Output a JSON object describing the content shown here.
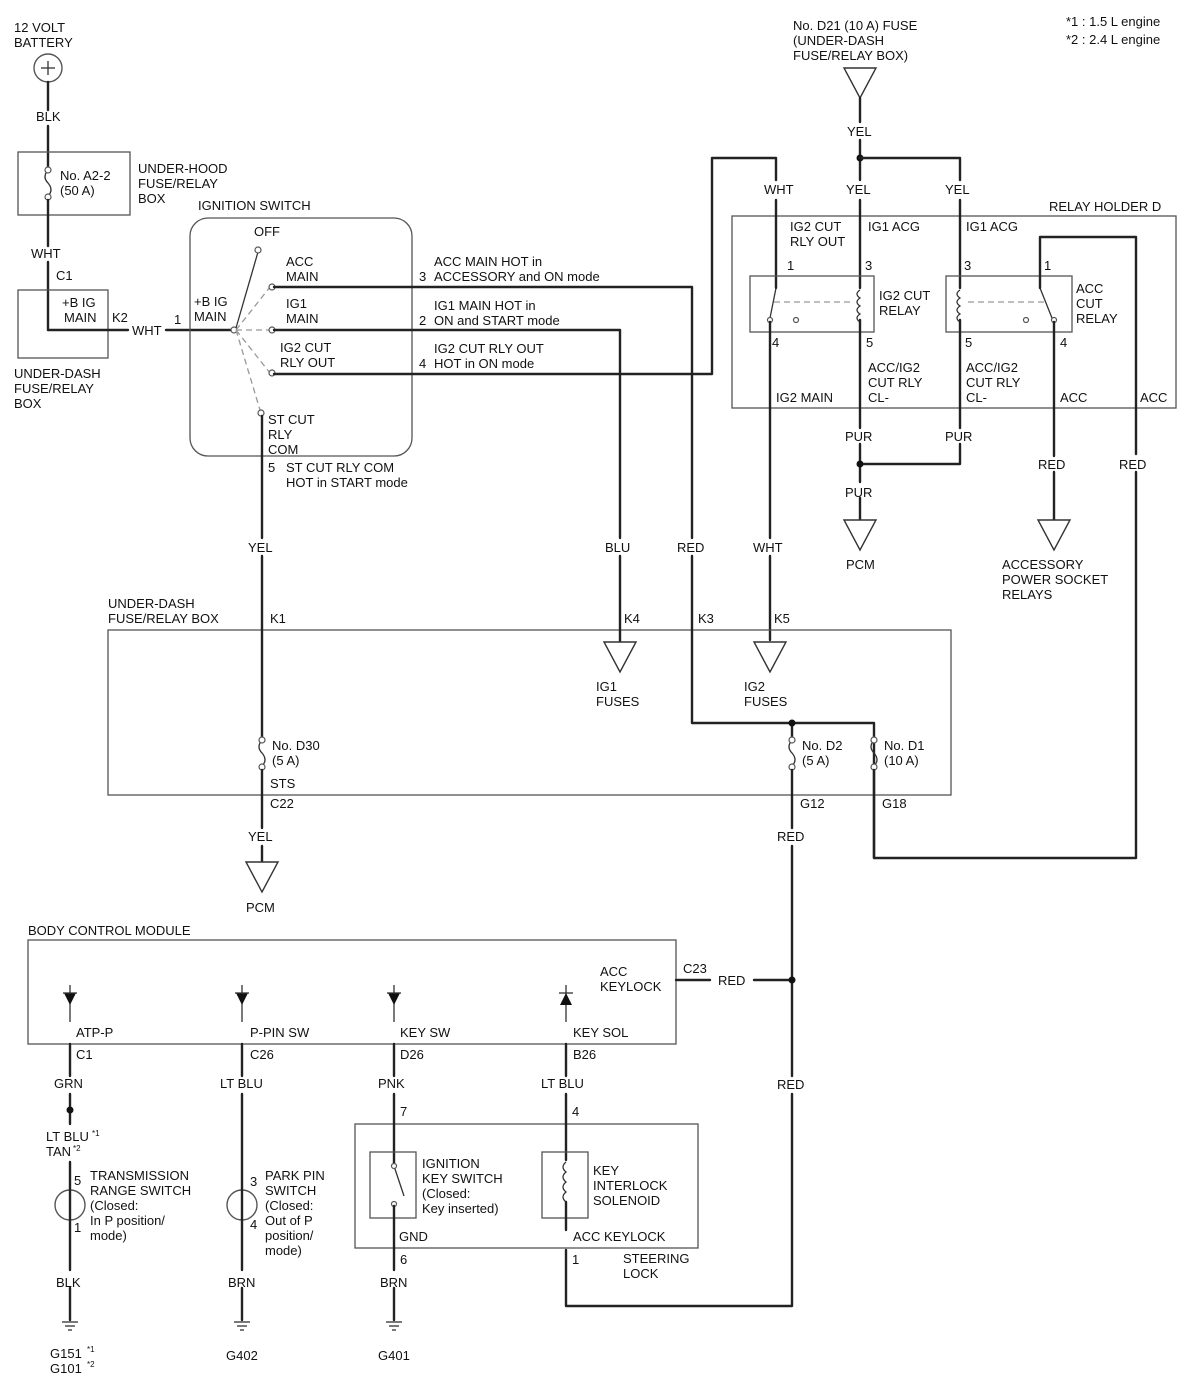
{
  "notes": {
    "n1": "*1 : 1.5 L engine",
    "n2": "*2 : 2.4 L engine"
  },
  "battery": {
    "l1": "12 VOLT",
    "l2": "BATTERY",
    "wire": "BLK"
  },
  "underhood": {
    "fuse_l1": "No. A2-2",
    "fuse_l2": "(50 A)",
    "box_l1": "UNDER-HOOD",
    "box_l2": "FUSE/RELAY",
    "box_l3": "BOX",
    "wire": "WHT",
    "conn": "C1"
  },
  "underdash_small": {
    "l1": "+B IG",
    "l2": "MAIN",
    "k2": "K2",
    "wire": "WHT",
    "box_l1": "UNDER-DASH",
    "box_l2": "FUSE/RELAY",
    "box_l3": "BOX"
  },
  "ignition": {
    "title": "IGNITION SWITCH",
    "pin1": "1",
    "bplus_l1": "+B IG",
    "bplus_l2": "MAIN",
    "off": "OFF",
    "acc_l1": "ACC",
    "acc_l2": "MAIN",
    "ig1_l1": "IG1",
    "ig1_l2": "MAIN",
    "ig2_l1": "IG2 CUT",
    "ig2_l2": "RLY OUT",
    "st_l1": "ST CUT",
    "st_l2": "RLY",
    "st_l3": "COM",
    "pin3": "3",
    "d3_l1": "ACC MAIN HOT in",
    "d3_l2": "ACCESSORY and ON mode",
    "pin2": "2",
    "d2_l1": "IG1 MAIN HOT in",
    "d2_l2": "ON and START mode",
    "pin4": "4",
    "d4_l1": "IG2 CUT RLY OUT",
    "d4_l2": "HOT in ON mode",
    "pin5": "5",
    "d5_l1": "ST CUT RLY COM",
    "d5_l2": "HOT in START mode"
  },
  "fuse_d21": {
    "l1": "No. D21 (10 A) FUSE",
    "l2": "(UNDER-DASH",
    "l3": "FUSE/RELAY BOX)",
    "wire": "YEL"
  },
  "relay_holder": {
    "title": "RELAY HOLDER D",
    "w_wht": "WHT",
    "w_yel1": "YEL",
    "w_yel2": "YEL",
    "r1_l1": "IG2 CUT",
    "r1_l2": "RLY OUT",
    "r1_acg": "IG1 ACG",
    "r2_acg": "IG1 ACG",
    "r1_p1": "1",
    "r1_p3": "3",
    "r1_p4": "4",
    "r1_p5": "5",
    "r1_name_l1": "IG2 CUT",
    "r1_name_l2": "RELAY",
    "r2_p3": "3",
    "r2_p1": "1",
    "r2_p5": "5",
    "r2_p4": "4",
    "r2_name_l1": "ACC",
    "r2_name_l2": "CUT",
    "r2_name_l3": "RELAY",
    "ig2main": "IG2 MAIN",
    "cl1_l1": "ACC/IG2",
    "cl1_l2": "CUT RLY",
    "cl1_l3": "CL-",
    "cl2_l1": "ACC/IG2",
    "cl2_l2": "CUT RLY",
    "cl2_l3": "CL-",
    "acc1": "ACC",
    "acc2": "ACC",
    "pur1": "PUR",
    "pur2": "PUR",
    "pur3": "PUR",
    "pcm": "PCM",
    "red1": "RED",
    "red2": "RED",
    "aps_l1": "ACCESSORY",
    "aps_l2": "POWER SOCKET",
    "aps_l3": "RELAYS"
  },
  "middle_wires": {
    "yel": "YEL",
    "blu": "BLU",
    "red": "RED",
    "wht": "WHT"
  },
  "underdash_big": {
    "l1": "UNDER-DASH",
    "l2": "FUSE/RELAY BOX",
    "k1": "K1",
    "k4": "K4",
    "k3": "K3",
    "k5": "K5",
    "ig1f_l1": "IG1",
    "ig1f_l2": "FUSES",
    "ig2f_l1": "IG2",
    "ig2f_l2": "FUSES",
    "d30_l1": "No. D30",
    "d30_l2": "(5 A)",
    "sts": "STS",
    "d2_l1": "No. D2",
    "d2_l2": "(5 A)",
    "d1_l1": "No. D1",
    "d1_l2": "(10 A)",
    "c22": "C22",
    "g12": "G12",
    "g18": "G18",
    "yel_below": "YEL",
    "pcm": "PCM",
    "red_below": "RED"
  },
  "bcm": {
    "title": "BODY CONTROL MODULE",
    "acc_l1": "ACC",
    "acc_l2": "KEYLOCK",
    "c23": "C23",
    "red": "RED",
    "atp": "ATP-P",
    "ppin": "P-PIN SW",
    "keysw": "KEY SW",
    "keysol": "KEY SOL",
    "c1": "C1",
    "c26": "C26",
    "d26": "D26",
    "b26": "B26",
    "grn": "GRN",
    "ltblu1": "LT BLU",
    "pnk": "PNK",
    "ltblu2": "LT BLU",
    "red2": "RED"
  },
  "trs": {
    "w1": "LT BLU",
    "sup1": "*1",
    "w2": "TAN",
    "sup2": "*2",
    "p5": "5",
    "p1": "1",
    "l1": "TRANSMISSION",
    "l2": "RANGE SWITCH",
    "l3": "(Closed:",
    "l4": "In P position/",
    "l5": "mode)",
    "blk": "BLK",
    "g1": "G151",
    "g1s": "*1",
    "g2": "G101",
    "g2s": "*2"
  },
  "pps": {
    "p3": "3",
    "p4": "4",
    "l1": "PARK PIN",
    "l2": "SWITCH",
    "l3": "(Closed:",
    "l4": "Out of P",
    "l5": "position/",
    "l6": "mode)",
    "brn": "BRN",
    "g": "G402"
  },
  "steering": {
    "p7": "7",
    "p4": "4",
    "iks_l1": "IGNITION",
    "iks_l2": "KEY SWITCH",
    "iks_l3": "(Closed:",
    "iks_l4": "Key inserted)",
    "kis_l1": "KEY",
    "kis_l2": "INTERLOCK",
    "kis_l3": "SOLENOID",
    "gnd": "GND",
    "acck": "ACC KEYLOCK",
    "p6": "6",
    "p1": "1",
    "sl_l1": "STEERING",
    "sl_l2": "LOCK",
    "brn": "BRN",
    "g": "G401"
  }
}
